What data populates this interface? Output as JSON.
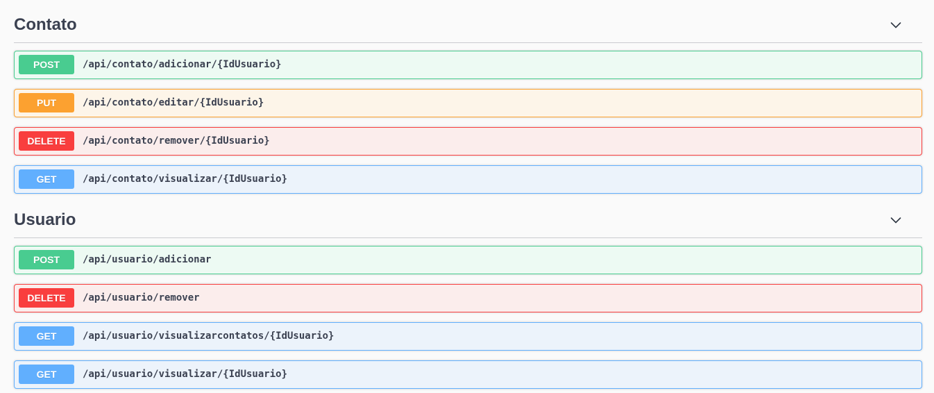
{
  "page": {
    "background_color": "#fafafa",
    "heading_color": "#3b4151"
  },
  "method_colors": {
    "POST": {
      "accent": "#49cc90",
      "row_background": "#edfaf3"
    },
    "PUT": {
      "accent": "#fca130",
      "row_background": "#fdf5e9"
    },
    "DELETE": {
      "accent": "#f93e3e",
      "row_background": "#fbedec"
    },
    "GET": {
      "accent": "#61affe",
      "row_background": "#ecf3fb"
    }
  },
  "sections": [
    {
      "title": "Contato",
      "expand_icon": "chevron-down",
      "endpoints": [
        {
          "method": "POST",
          "path": "/api/contato/adicionar/{IdUsuario}"
        },
        {
          "method": "PUT",
          "path": "/api/contato/editar/{IdUsuario}"
        },
        {
          "method": "DELETE",
          "path": "/api/contato/remover/{IdUsuario}"
        },
        {
          "method": "GET",
          "path": "/api/contato/visualizar/{IdUsuario}"
        }
      ]
    },
    {
      "title": "Usuario",
      "expand_icon": "chevron-down",
      "endpoints": [
        {
          "method": "POST",
          "path": "/api/usuario/adicionar"
        },
        {
          "method": "DELETE",
          "path": "/api/usuario/remover"
        },
        {
          "method": "GET",
          "path": "/api/usuario/visualizarcontatos/{IdUsuario}"
        },
        {
          "method": "GET",
          "path": "/api/usuario/visualizar/{IdUsuario}"
        }
      ]
    }
  ]
}
